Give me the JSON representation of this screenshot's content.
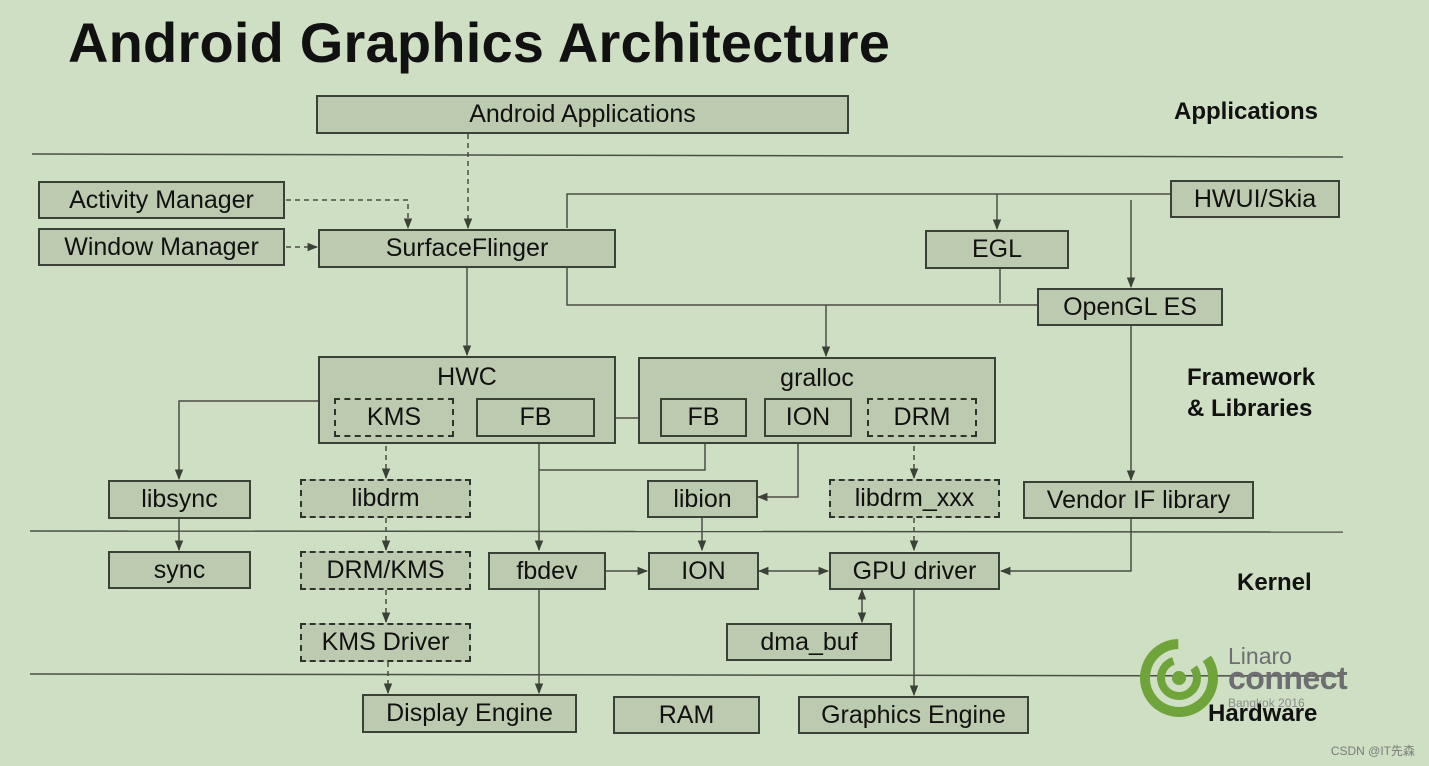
{
  "title": "Android Graphics Architecture",
  "layers": {
    "applications": "Applications",
    "framework": "Framework\n& Libraries",
    "kernel": "Kernel",
    "hardware": "Hardware"
  },
  "nodes": {
    "android_apps": "Android Applications",
    "activity_manager": "Activity Manager",
    "window_manager": "Window Manager",
    "surfaceflinger": "SurfaceFlinger",
    "hwui_skia": "HWUI/Skia",
    "egl": "EGL",
    "opengl_es": "OpenGL ES",
    "hwc": "HWC",
    "hwc_kms": "KMS",
    "hwc_fb": "FB",
    "gralloc": "gralloc",
    "gralloc_fb": "FB",
    "gralloc_ion": "ION",
    "gralloc_drm": "DRM",
    "libsync": "libsync",
    "libdrm": "libdrm",
    "libion": "libion",
    "libdrm_xxx": "libdrm_xxx",
    "vendor_if": "Vendor IF library",
    "sync": "sync",
    "drm_kms": "DRM/KMS",
    "fbdev": "fbdev",
    "ion": "ION",
    "gpu_driver": "GPU driver",
    "kms_driver": "KMS Driver",
    "dma_buf": "dma_buf",
    "display_engine": "Display Engine",
    "ram": "RAM",
    "graphics_engine": "Graphics Engine"
  },
  "logo": {
    "line1": "Linaro",
    "line2": "connect",
    "line3": "Bangkok 2016",
    "brand_color": "#6ea43a"
  },
  "credit": "CSDN @IT先森",
  "colors": {
    "background": "#cfdfc3",
    "box_fill": "#bccbb0",
    "border": "#3c4137"
  }
}
